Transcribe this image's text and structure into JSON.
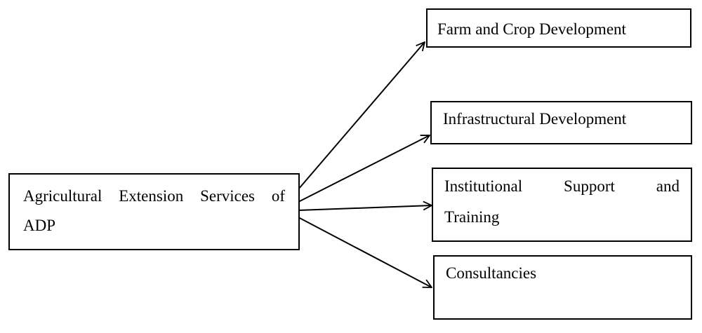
{
  "diagram": {
    "source": {
      "label_line1": "Agricultural Extension Services of",
      "label_line2": "ADP"
    },
    "targets": [
      {
        "label": "Farm and Crop Development"
      },
      {
        "label": "Infrastructural Development"
      },
      {
        "label_line1": "Institutional Support and",
        "label_line2": "Training"
      },
      {
        "label": "Consultancies"
      }
    ],
    "colors": {
      "line": "#000000",
      "box_border": "#000000",
      "background": "#ffffff"
    }
  }
}
